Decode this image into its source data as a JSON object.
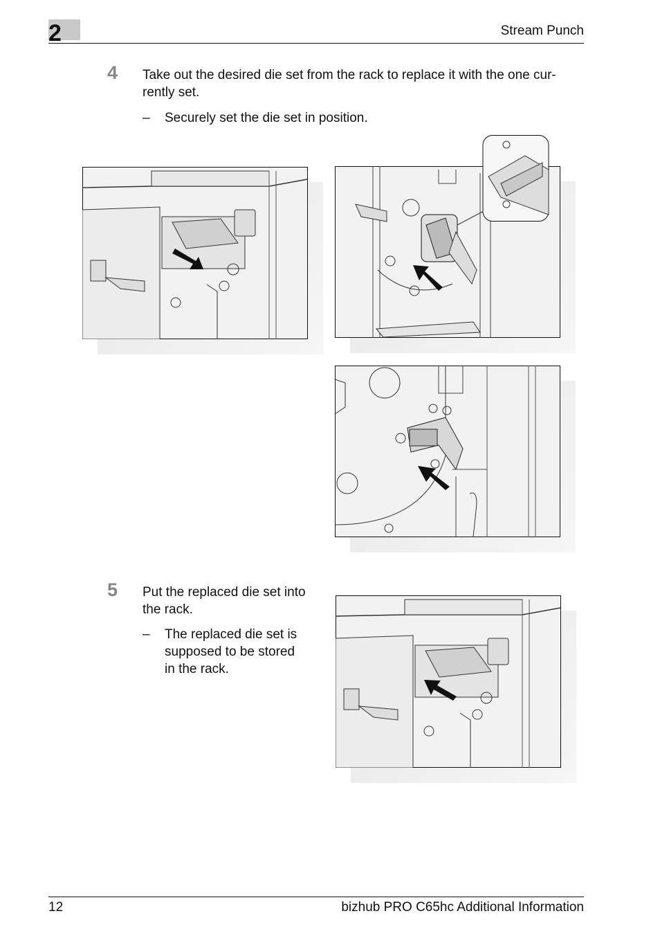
{
  "header": {
    "chapter": "2",
    "title": "Stream Punch"
  },
  "steps": [
    {
      "number": "4",
      "line1": "Take out the desired die set from the rack to replace it with the one cur-",
      "line2": "rently set.",
      "sub_dash": "–",
      "sub_text": "Securely set the die set in position."
    },
    {
      "number": "5",
      "line1": "Put the replaced die set into",
      "line2": "the rack.",
      "sub_dash": "–",
      "sub_line1": "The replaced die set is",
      "sub_line2": "supposed to be stored",
      "sub_line3": "in the rack."
    }
  ],
  "footer": {
    "page": "12",
    "doc_title": "bizhub PRO C65hc Additional Information"
  }
}
